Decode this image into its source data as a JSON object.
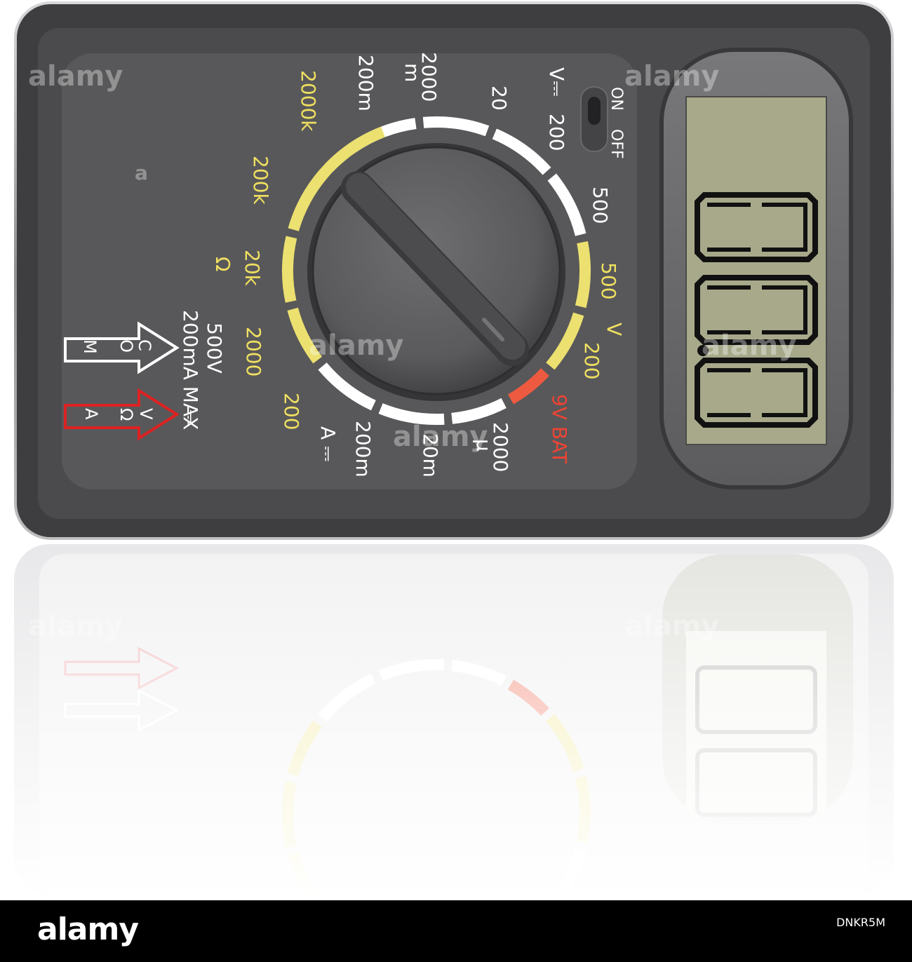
{
  "device": {
    "power_switch": {
      "on_label": "ON",
      "off_label": "OFF"
    },
    "display": {
      "reading": "0.00"
    },
    "dial": {
      "dc_voltage": {
        "header": "V⎓",
        "ranges": [
          "200",
          "20",
          "2000 m",
          "200m"
        ]
      },
      "ac_voltage": {
        "ranges": [
          "500",
          "500",
          "200"
        ],
        "unit": "V"
      },
      "battery_test": "9V BAT",
      "hfe": {
        "ranges": [
          "2000",
          "20m",
          "200m"
        ],
        "micro": "μ"
      },
      "dc_current": {
        "header": "A ⎓",
        "ranges": [
          "200",
          "2000"
        ]
      },
      "resistance": {
        "ranges": [
          "20k",
          "200k",
          "2000k"
        ],
        "unit": "Ω"
      }
    },
    "jacks": {
      "com": {
        "letters": [
          "C",
          "O",
          "M"
        ]
      },
      "v_ohm_ma": {
        "letters": [
          "V",
          "Ω",
          "A"
        ]
      },
      "rating": [
        "500V",
        "200mA MAX",
        "⎓"
      ]
    }
  },
  "watermark": {
    "text": "alamy",
    "footer_logo": "alamy",
    "image_id": "DNKR5M",
    "note": "a"
  },
  "colors": {
    "body": "#505052",
    "panel": "#565658",
    "text_white": "#ffffff",
    "text_yellow": "#f0e060",
    "text_red": "#ee4433",
    "lcd": "#a7a98a",
    "segment_white": "#ffffff",
    "segment_yellow": "#ece070",
    "segment_red": "#ee5a40"
  }
}
